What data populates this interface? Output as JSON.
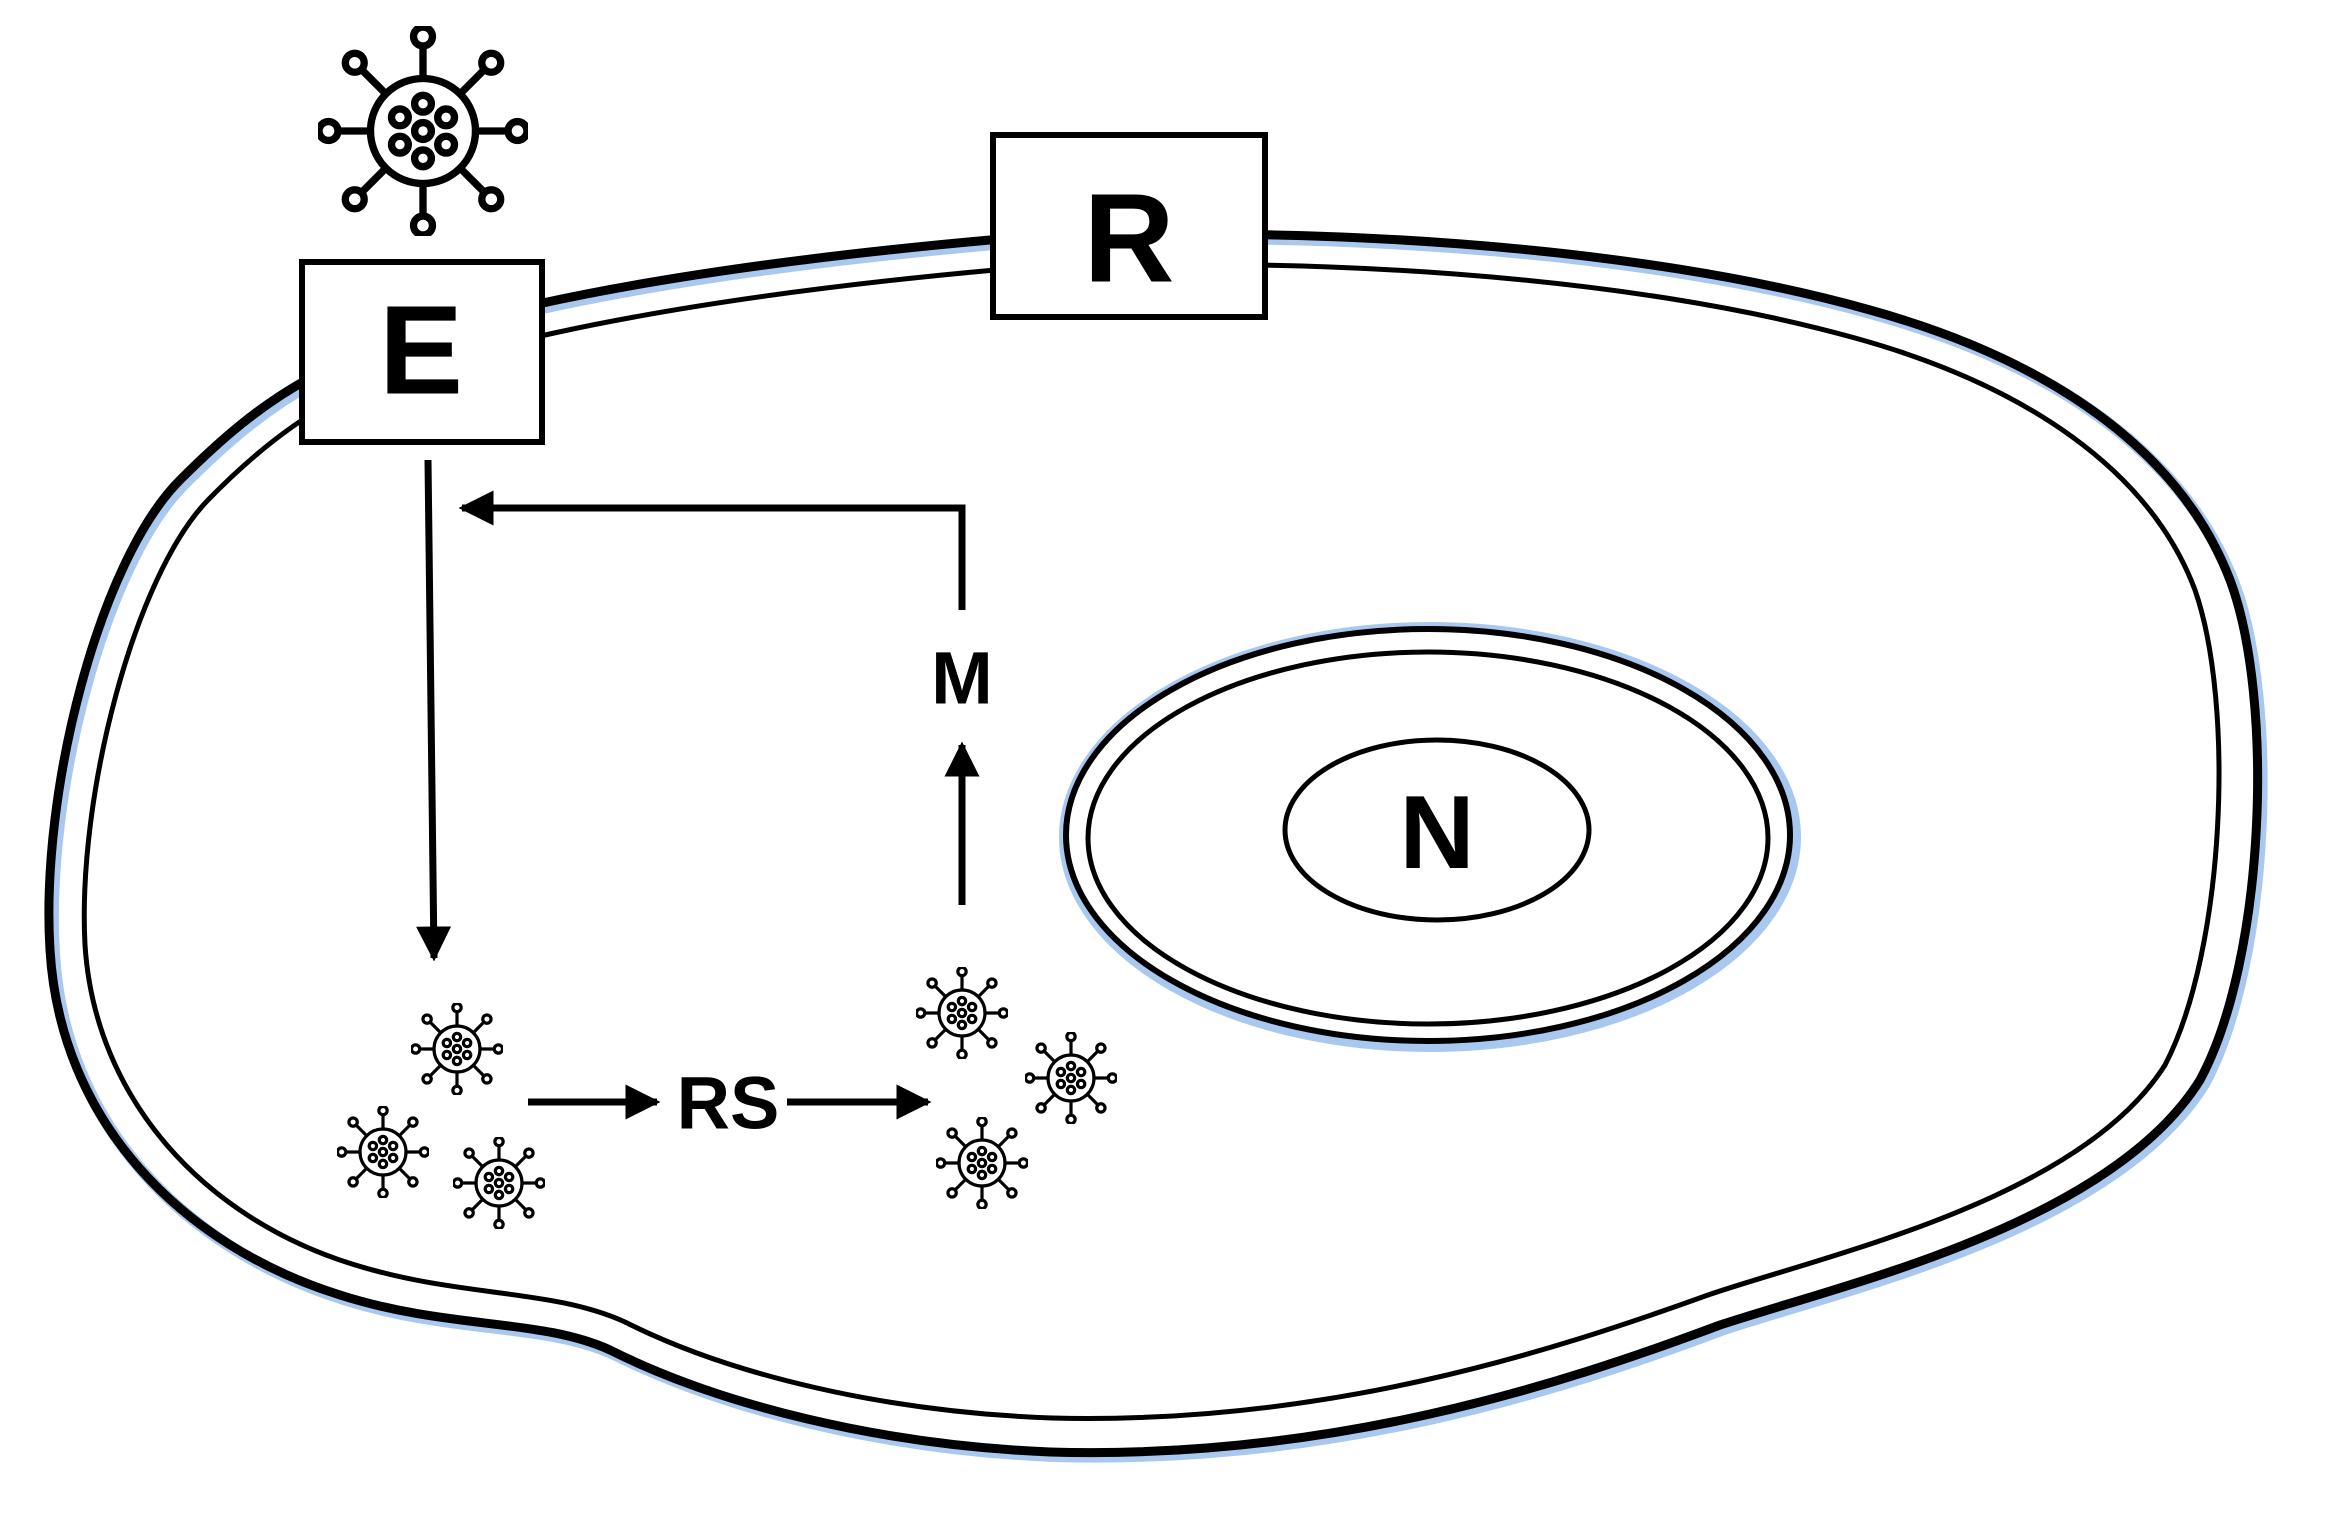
{
  "labels": {
    "entry": "E",
    "receptor": "R",
    "nucleus": "N",
    "replication": "RS",
    "maturation": "M"
  },
  "colors": {
    "stroke": "#000000",
    "membrane_tint": "#a8c8f0",
    "background": "#ffffff"
  },
  "icons": {
    "virus": "virus-icon"
  }
}
